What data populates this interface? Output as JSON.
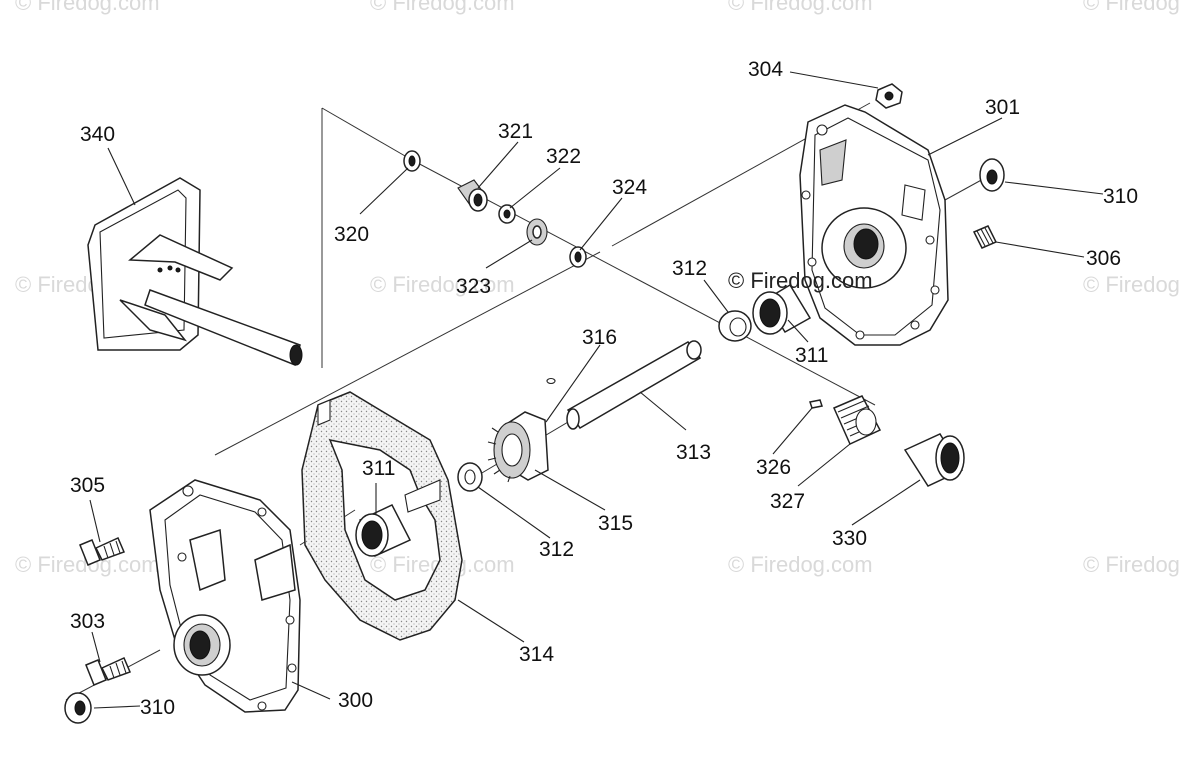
{
  "watermark": {
    "text": "© Firedog.com",
    "main_text": "© Firedog.com"
  },
  "labels": {
    "p300": "300",
    "p301": "301",
    "p303": "303",
    "p304": "304",
    "p305": "305",
    "p306": "306",
    "p310a": "310",
    "p310b": "310",
    "p311a": "311",
    "p311b": "311",
    "p312a": "312",
    "p312b": "312",
    "p313": "313",
    "p314": "314",
    "p315": "315",
    "p316": "316",
    "p320": "320",
    "p321": "321",
    "p322": "322",
    "p323": "323",
    "p324": "324",
    "p326": "326",
    "p327": "327",
    "p330": "330",
    "p340": "340"
  }
}
